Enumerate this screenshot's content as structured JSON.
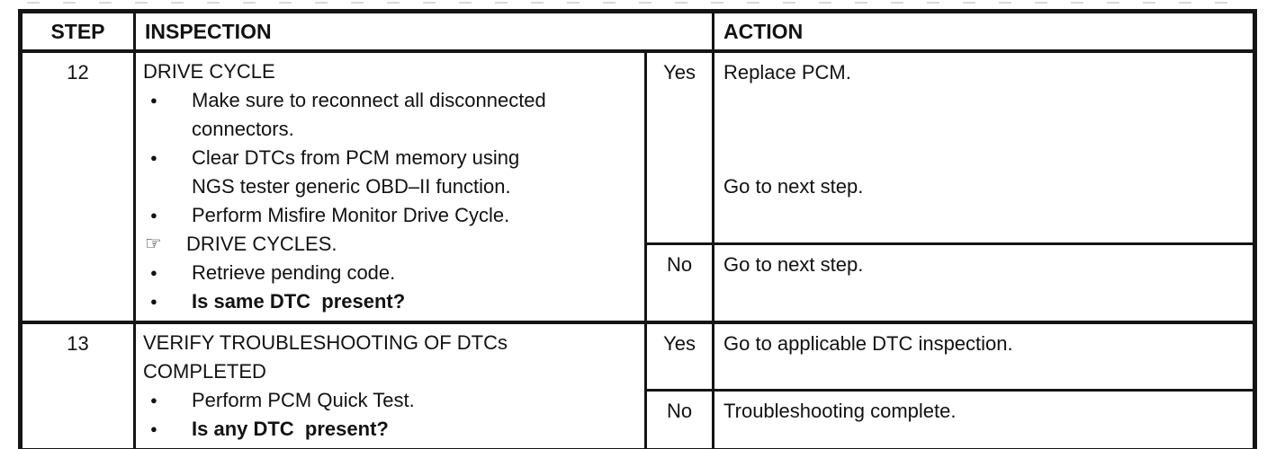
{
  "table": {
    "headers": {
      "step": "STEP",
      "inspection": "INSPECTION",
      "action": "ACTION"
    },
    "icons": {
      "bullet": "●",
      "pointer": "☞"
    },
    "rows": [
      {
        "step": "12",
        "inspection": {
          "title_lines": [
            "DRIVE CYCLE"
          ],
          "items": [
            {
              "marker": "bullet",
              "bold": false,
              "lines": [
                "Make sure to reconnect all disconnected",
                "connectors."
              ]
            },
            {
              "marker": "bullet",
              "bold": false,
              "lines": [
                "Clear DTCs from PCM memory using",
                "NGS tester generic OBD–II function."
              ]
            },
            {
              "marker": "bullet",
              "bold": false,
              "lines": [
                "Perform Misfire Monitor Drive Cycle."
              ]
            },
            {
              "marker": "pointer",
              "bold": false,
              "lines": [
                "DRIVE CYCLES."
              ]
            },
            {
              "marker": "bullet",
              "bold": false,
              "lines": [
                "Retrieve pending code."
              ]
            },
            {
              "marker": "bullet",
              "bold": true,
              "lines": [
                "Is same DTC  present?"
              ]
            }
          ]
        },
        "branches": [
          {
            "answer": "Yes",
            "action_lines": [
              "Replace PCM.",
              "Go to next step."
            ]
          },
          {
            "answer": "No",
            "action_lines": [
              "Go to next step."
            ]
          }
        ]
      },
      {
        "step": "13",
        "inspection": {
          "title_lines": [
            "VERIFY TROUBLESHOOTING OF DTCs",
            "COMPLETED"
          ],
          "items": [
            {
              "marker": "bullet",
              "bold": false,
              "lines": [
                "Perform PCM Quick Test."
              ]
            },
            {
              "marker": "bullet",
              "bold": true,
              "lines": [
                "Is any DTC  present?"
              ]
            }
          ]
        },
        "branches": [
          {
            "answer": "Yes",
            "action_lines": [
              "Go to applicable DTC inspection."
            ]
          },
          {
            "answer": "No",
            "action_lines": [
              "Troubleshooting complete."
            ]
          }
        ]
      }
    ]
  }
}
